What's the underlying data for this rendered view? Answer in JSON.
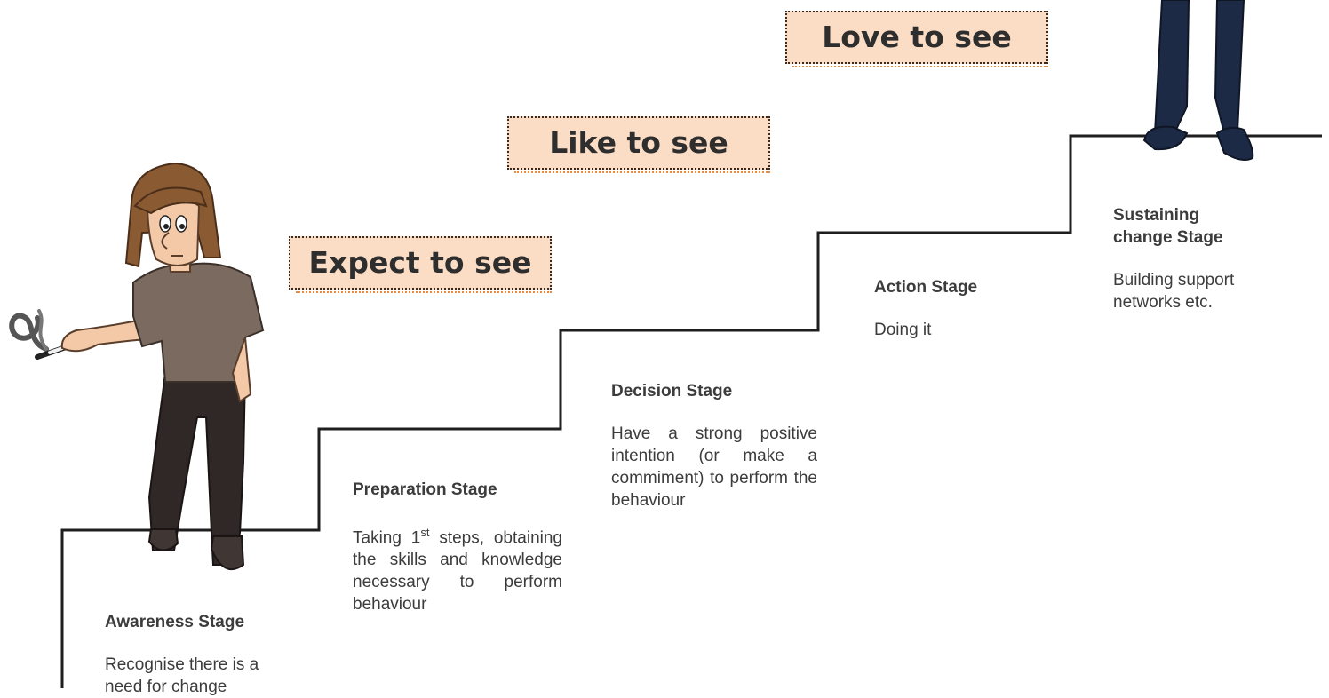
{
  "badges": {
    "expect": "Expect to see",
    "like": "Like to see",
    "love": "Love to see"
  },
  "stages": [
    {
      "title": "Awareness Stage",
      "desc": "Recognise there is a need for change"
    },
    {
      "title": "Preparation Stage",
      "desc_pre": "Taking 1",
      "desc_sup": "st",
      "desc_post": " steps, obtaining the skills and knowledge necessary to perform behaviour"
    },
    {
      "title": "Decision Stage",
      "desc": "Have a strong positive intention (or make a commiment) to perform the behaviour"
    },
    {
      "title": "Action Stage",
      "desc": "Doing it"
    },
    {
      "title": "Sustaining change Stage",
      "desc": "Building support networks etc."
    }
  ],
  "colors": {
    "badge_fill": "#fbdcc4",
    "badge_border_dark": "#3a2a20",
    "badge_border_orange": "#e98a3c",
    "stair_line": "#1e1e1e",
    "shirt": "#7a6a5f",
    "trousers": "#2f2826",
    "hair": "#8a5a33",
    "skin": "#f3c9a8",
    "navy_trousers": "#1d2a45"
  }
}
